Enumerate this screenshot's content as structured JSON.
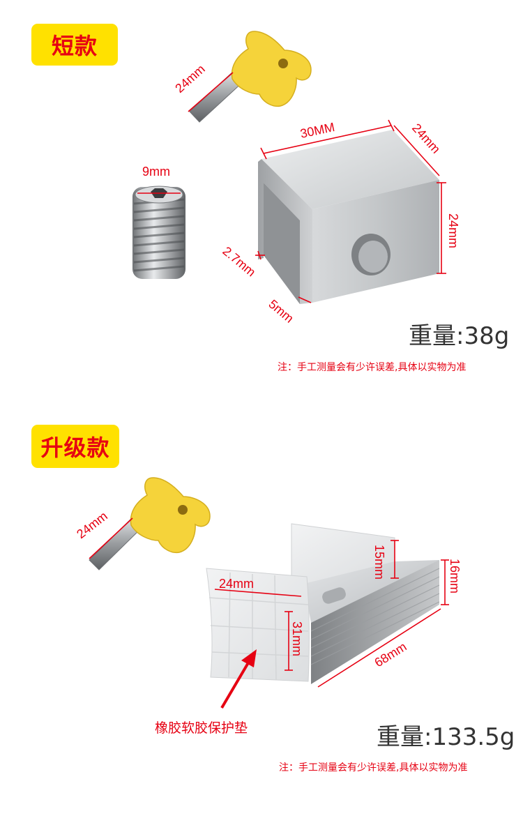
{
  "short_model": {
    "badge": "短款",
    "dims": {
      "key_length": "24mm",
      "screw": "9mm",
      "width": "30MM",
      "depth": "24mm",
      "height": "24mm",
      "wall": "2.7mm",
      "lip": "5mm"
    },
    "weight": "重量:38g",
    "note": "注：手工测量会有少许误差,具体以实物为准"
  },
  "upgraded_model": {
    "badge": "升级款",
    "dims": {
      "key_length": "24mm",
      "pad_width": "24mm",
      "pad_height": "31mm",
      "back_height": "15mm",
      "side_height": "16mm",
      "length": "68mm"
    },
    "pad_label": "橡胶软胶保护垫",
    "weight": "重量:133.5g",
    "note": "注：手工测量会有少许误差,具体以实物为准"
  },
  "colors": {
    "badge_bg": "#ffe100",
    "accent_red": "#e60012",
    "key_yellow": "#f5d33a",
    "metal": "#c9cbcd"
  }
}
